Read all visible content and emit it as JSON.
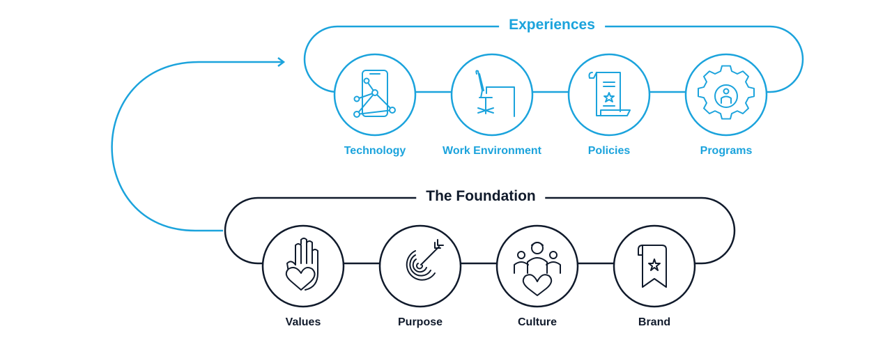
{
  "colors": {
    "experiences": "#1ba3dc",
    "foundation": "#101a2b"
  },
  "experiences": {
    "title": "Experiences",
    "items": [
      {
        "label": "Technology",
        "icon": "smartphone-network-icon"
      },
      {
        "label": "Work Environment",
        "icon": "office-chair-desk-icon"
      },
      {
        "label": "Policies",
        "icon": "certificate-scroll-icon"
      },
      {
        "label": "Programs",
        "icon": "gear-person-icon"
      }
    ]
  },
  "foundation": {
    "title": "The Foundation",
    "items": [
      {
        "label": "Values",
        "icon": "hand-heart-icon"
      },
      {
        "label": "Purpose",
        "icon": "target-arrow-icon"
      },
      {
        "label": "Culture",
        "icon": "people-heart-icon"
      },
      {
        "label": "Brand",
        "icon": "ribbon-star-icon"
      }
    ]
  }
}
